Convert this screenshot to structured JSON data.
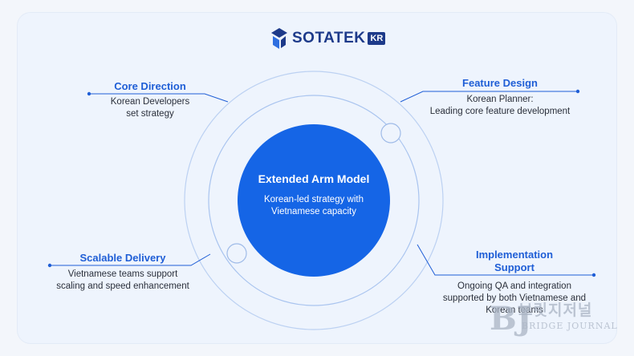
{
  "logo": {
    "wordmark": "SOTATEK",
    "badge": "KR"
  },
  "center": {
    "title": "Extended Arm Model",
    "subtitle_line1": "Korean-led strategy with",
    "subtitle_line2": "Vietnamese capacity"
  },
  "nodes": {
    "core_direction": {
      "title": "Core Direction",
      "line1": "Korean Developers",
      "line2": "set strategy"
    },
    "feature_design": {
      "title": "Feature Design",
      "line1": "Korean Planner:",
      "line2": "Leading core feature development"
    },
    "scalable_delivery": {
      "title": "Scalable Delivery",
      "line1": "Vietnamese teams support",
      "line2": "scaling and speed enhancement"
    },
    "implementation_support": {
      "title_line1": "Implementation",
      "title_line2": "Support",
      "line1": "Ongoing QA and integration",
      "line2": "supported by both Vietnamese and",
      "line3": "Korean teams"
    }
  },
  "watermark": {
    "mark": "BJ",
    "korean": "브릿지저널",
    "english": "BRIDGE JOURNAL"
  },
  "colors": {
    "accent": "#1f5ed6",
    "center_fill": "#1565e6",
    "ring": "#b9d0f3",
    "card": "#eef4fd"
  }
}
